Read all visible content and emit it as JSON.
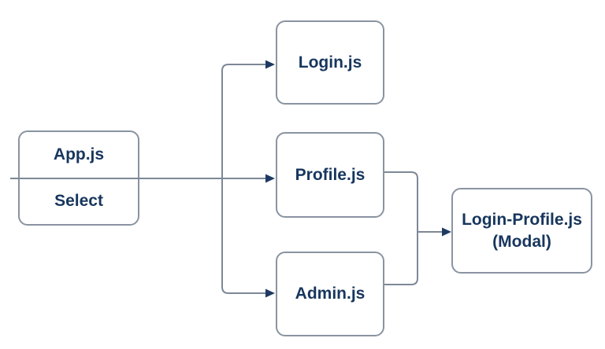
{
  "diagram": {
    "nodes": {
      "app": {
        "label": "App.js",
        "sublabel": "Select"
      },
      "login": {
        "label": "Login.js"
      },
      "profile": {
        "label": "Profile.js"
      },
      "admin": {
        "label": "Admin.js"
      },
      "modal": {
        "label": "Login-Profile.js",
        "sublabel": "(Modal)"
      }
    },
    "edges": [
      {
        "from": "app",
        "to": "login"
      },
      {
        "from": "app",
        "to": "profile"
      },
      {
        "from": "app",
        "to": "admin"
      },
      {
        "from": "profile",
        "to": "modal"
      },
      {
        "from": "admin",
        "to": "modal"
      }
    ]
  },
  "colors": {
    "bg": "#ffffff",
    "border": "#8a93a1",
    "line": "#7d8896",
    "arrow": "#1e3a62",
    "text": "#17365d"
  }
}
